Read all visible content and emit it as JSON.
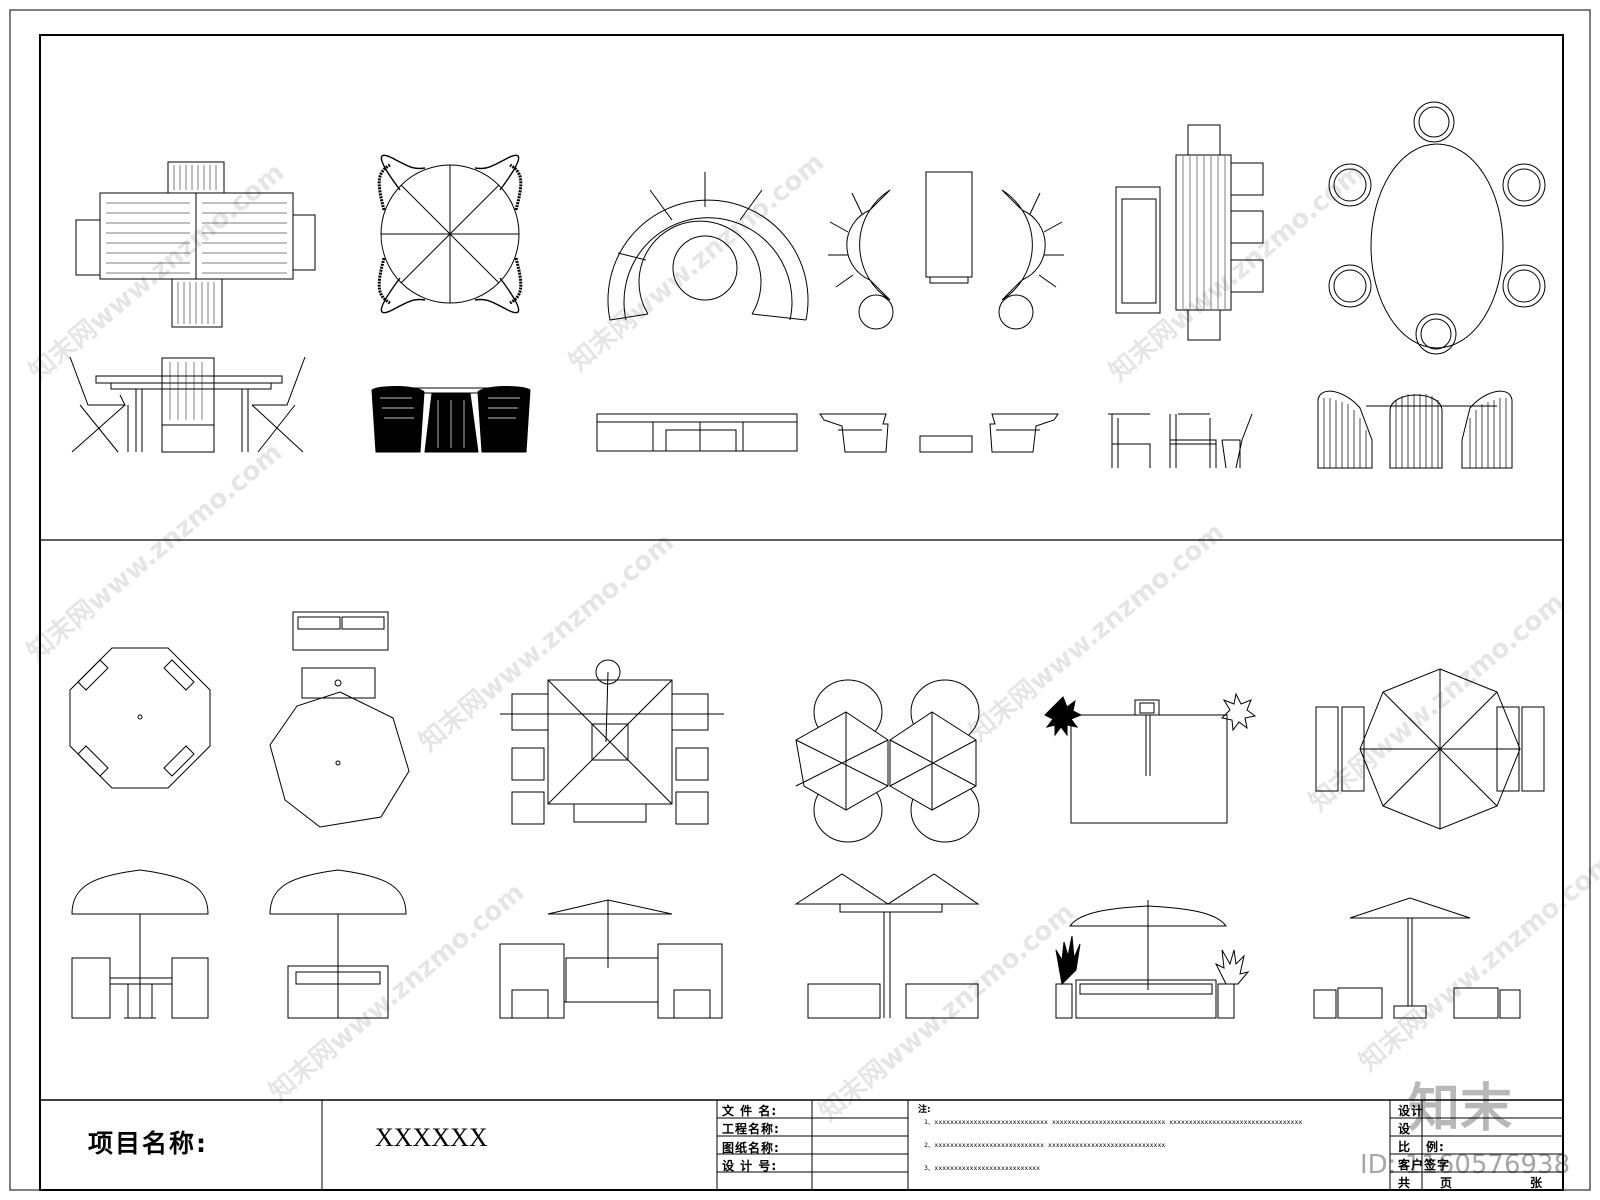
{
  "title_block": {
    "project_label": "项目名称:",
    "project_value": "XXXXXX",
    "file_name_label": "文 件 名:",
    "project_name_label": "工程名称:",
    "drawing_name_label": "图纸名称:",
    "design_no_label": "设 计 号:",
    "notes_label": "注:",
    "notes": [
      "1、xxxxxxxxxxxxxxxxxxxxxxxxxxxxx   xxxxxxxxxxxxxxxxxxxxxxxxxxxxx   xxxxxxxxxxxxxxxxxxxxxxxxxxxxxxxxxx",
      "2、xxxxxxxxxxxxxxxxxxxxxxxxxxxx   xxxxxxxxxxxxxxxxxxxxxxxxxxxxxx",
      "3、xxxxxxxxxxxxxxxxxxxxxxxxxxx"
    ],
    "right_labels": [
      "设计",
      "设",
      "比",
      "例:",
      "客户签字",
      "共",
      "页",
      "张"
    ]
  },
  "watermark": {
    "text": "知末网www.znzmo.com",
    "brand": "知末",
    "id_text": "ID: 1160576938"
  }
}
